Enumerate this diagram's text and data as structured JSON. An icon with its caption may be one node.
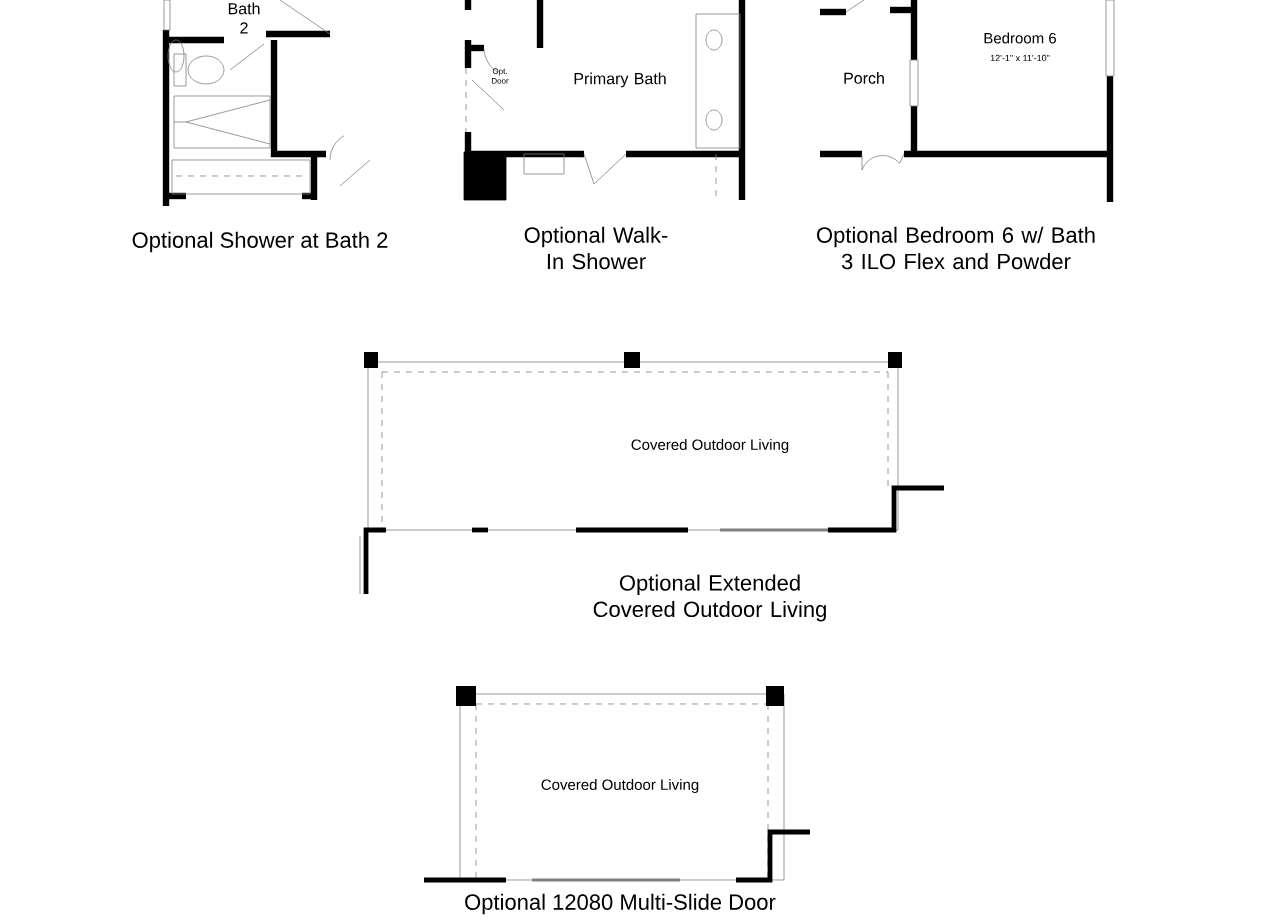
{
  "diagram": {
    "labels": [
      "Bath 2",
      "Primary Bath",
      "Opt. Door",
      "Bedroom 6",
      "12'-1\" x 11'-10\"",
      "Porch",
      "Optional Shower at Bath 2",
      "Optional Walk-In Shower",
      "Optional Bedroom 6 w/ Bath 3 ILO Flex and Powder",
      "Covered Outdoor Living",
      "Optional Extended Covered Outdoor Living",
      "Covered Outdoor Living",
      "Optional 12080 Multi-Slide Door"
    ]
  }
}
